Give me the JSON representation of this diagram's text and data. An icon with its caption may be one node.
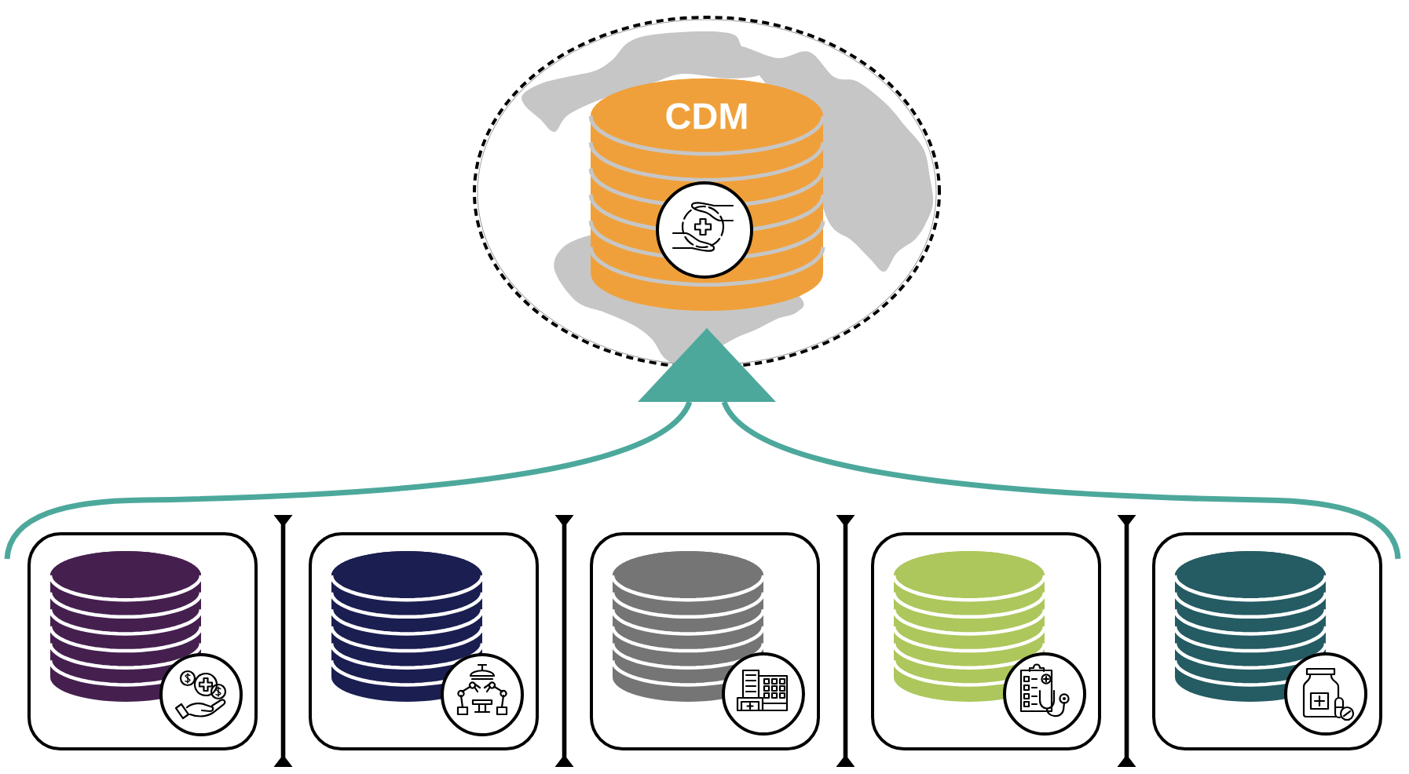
{
  "diagram": {
    "nodes": [
      {
        "text": [],
        "shape": "circle"
      },
      {
        "text": [
          "CDM"
        ],
        "in": 0
      },
      {
        "text": [],
        "shape": "box"
      },
      {
        "text": [],
        "shape": "box"
      },
      {
        "text": [],
        "shape": "box"
      },
      {
        "text": [],
        "shape": "box"
      },
      {
        "text": [],
        "shape": "box"
      },
      {
        "text": [],
        "shape": "cylinder",
        "in": 2
      },
      {
        "text": [],
        "shape": "cylinder",
        "in": 3
      },
      {
        "text": [],
        "shape": "cylinder",
        "in": 4
      },
      {
        "text": [],
        "shape": "cylinder",
        "in": 5
      },
      {
        "text": [],
        "shape": "cylinder",
        "in": 6
      },
      {
        "text": [],
        "shape": "bar"
      },
      {
        "text": [],
        "shape": "bar"
      },
      {
        "text": [],
        "shape": "bar"
      },
      {
        "text": [],
        "shape": "bar"
      }
    ],
    "edges": [
      {
        "from": 2,
        "to": 1,
        "arrow": "to"
      },
      {
        "from": 6,
        "to": 1,
        "arrow": "to"
      }
    ]
  }
}
